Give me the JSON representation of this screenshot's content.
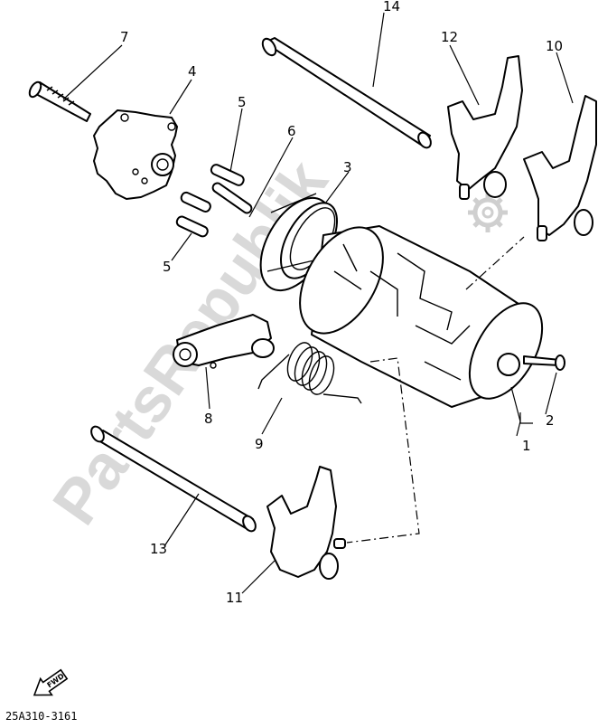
{
  "callouts": {
    "c1": "1",
    "c2": "2",
    "c3": "3",
    "c4": "4",
    "c5a": "5",
    "c5b": "5",
    "c6": "6",
    "c7": "7",
    "c8": "8",
    "c9": "9",
    "c10": "10",
    "c11": "11",
    "c12": "12",
    "c13": "13",
    "c14": "14"
  },
  "fwd_label": "FWD",
  "drawing_code": "25A310-3161",
  "watermark": "PartsRepublik",
  "icons": {
    "watermark_logo": "gear-icon",
    "direction": "forward-arrow-icon"
  }
}
